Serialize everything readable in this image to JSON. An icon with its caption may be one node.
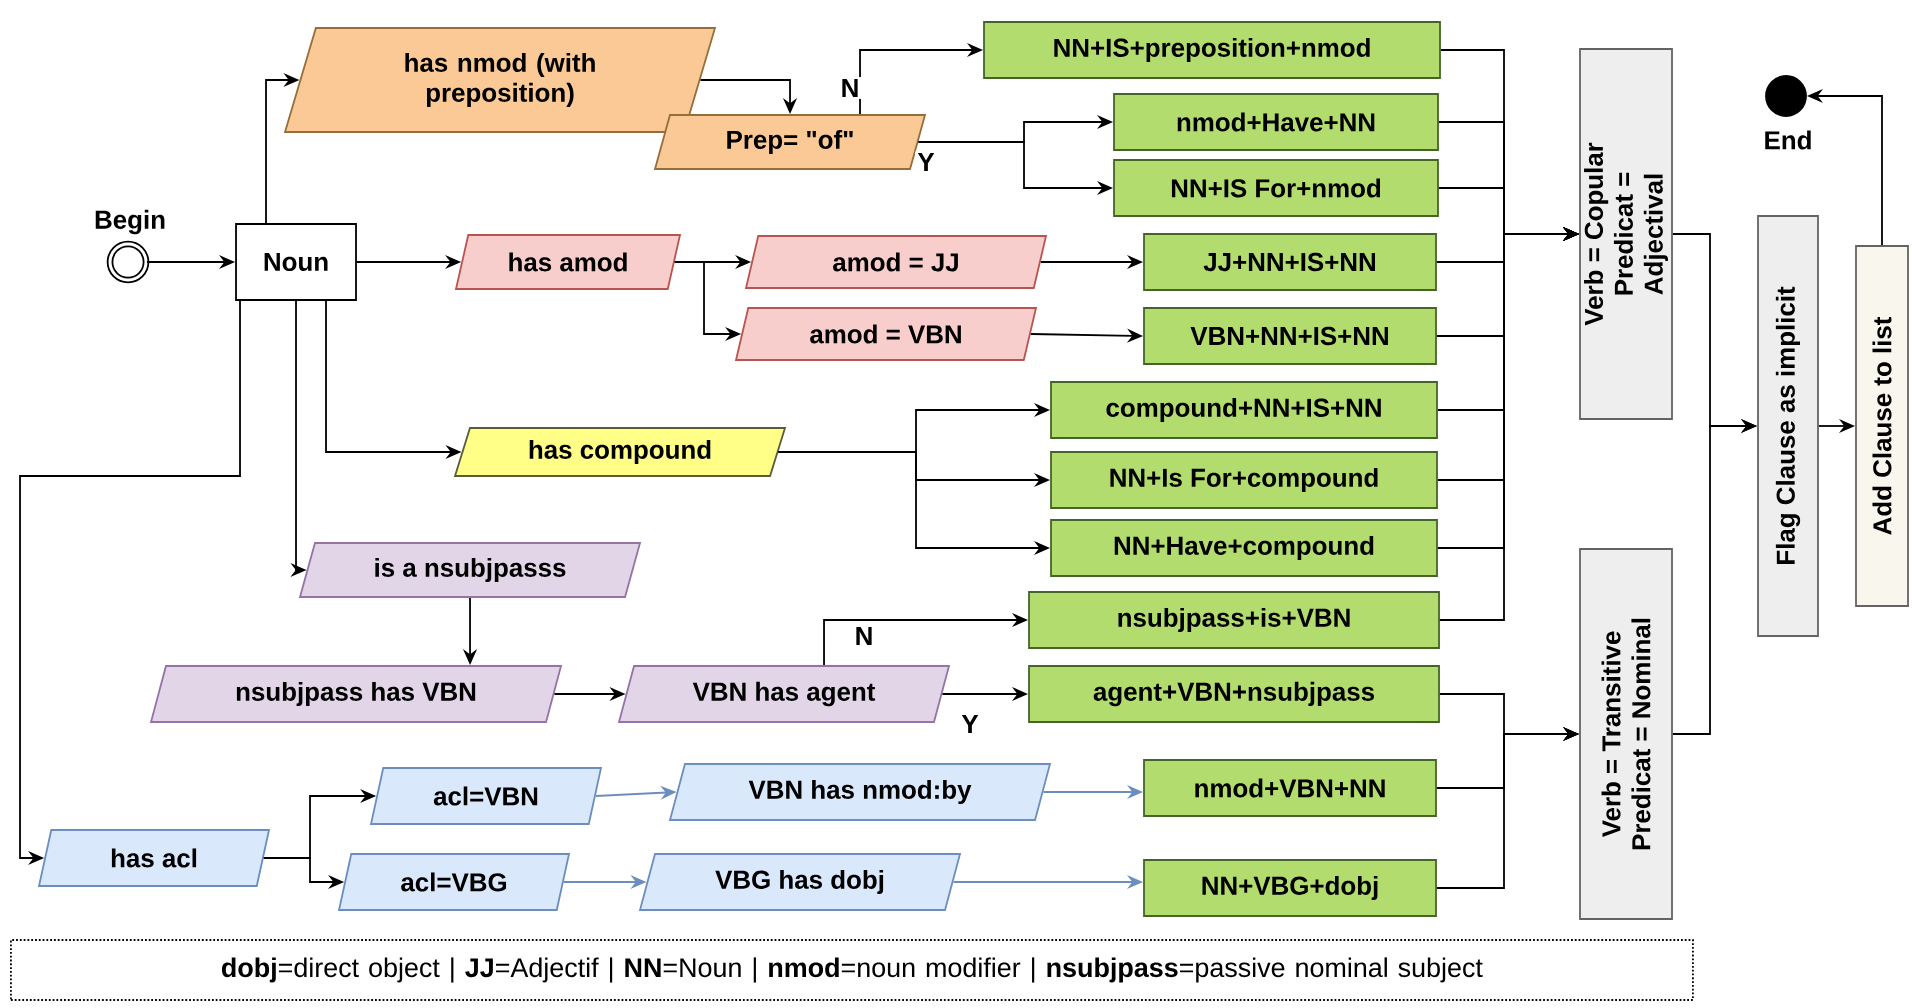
{
  "diagram": {
    "nodes": [
      {
        "text": [],
        "shape": "circle",
        "beside": [
          "Begin"
        ]
      },
      {
        "text": [
          "Noun"
        ]
      },
      {
        "text": [
          "has nmod (with preposition)"
        ]
      },
      {
        "text": [
          "Prep= \"of\""
        ]
      },
      {
        "text": [
          "NN+IS+preposition+nmod"
        ]
      },
      {
        "text": [
          "nmod+Have+NN"
        ]
      },
      {
        "text": [
          "NN+IS For+nmod"
        ]
      },
      {
        "text": [
          "has amod"
        ]
      },
      {
        "text": [
          "amod = JJ"
        ]
      },
      {
        "text": [
          "amod = VBN"
        ]
      },
      {
        "text": [
          "JJ+NN+IS+NN"
        ]
      },
      {
        "text": [
          "VBN+NN+IS+NN"
        ]
      },
      {
        "text": [
          "has compound"
        ]
      },
      {
        "text": [
          "compound+NN+IS+NN"
        ]
      },
      {
        "text": [
          "NN+Is For+compound"
        ]
      },
      {
        "text": [
          "NN+Have+compound"
        ]
      },
      {
        "text": [
          "is a nsubjpasss"
        ]
      },
      {
        "text": [
          "nsubjpass has VBN"
        ]
      },
      {
        "text": [
          "VBN has agent"
        ]
      },
      {
        "text": [
          "nsubjpass+is+VBN"
        ]
      },
      {
        "text": [
          "agent+VBN+nsubjpass"
        ]
      },
      {
        "text": [
          "has acl"
        ]
      },
      {
        "text": [
          "acl=VBN"
        ]
      },
      {
        "text": [
          "acl=VBG"
        ]
      },
      {
        "text": [
          "VBN has nmod:by"
        ]
      },
      {
        "text": [
          "VBG has dobj"
        ]
      },
      {
        "text": [
          "nmod+VBN+NN"
        ]
      },
      {
        "text": [
          "NN+VBG+dobj"
        ]
      },
      {
        "text": [
          "Verb = Copular Predicat = Adjectival"
        ]
      },
      {
        "text": [
          "Verb = Transitive Predicat = Nominal"
        ]
      },
      {
        "text": [
          "Flag Clause as implicit"
        ]
      },
      {
        "text": [
          "Add Clause to list"
        ]
      },
      {
        "text": [],
        "shape": "circle",
        "beside": [
          "End"
        ]
      }
    ],
    "edges": [
      {
        "from": 0,
        "to": 1,
        "arrow": "to"
      },
      {
        "from": 1,
        "to": 2,
        "arrow": "to"
      },
      {
        "from": 2,
        "to": 3,
        "arrow": "to"
      },
      {
        "from": 3,
        "to": 4,
        "arrow": "to",
        "label": "N"
      },
      {
        "from": 3,
        "to": 5,
        "arrow": "to",
        "label": "Y"
      },
      {
        "from": 3,
        "to": 6,
        "arrow": "to"
      },
      {
        "from": 1,
        "to": 7,
        "arrow": "to"
      },
      {
        "from": 7,
        "to": 8,
        "arrow": "to"
      },
      {
        "from": 7,
        "to": 9,
        "arrow": "to"
      },
      {
        "from": 8,
        "to": 10,
        "arrow": "to"
      },
      {
        "from": 9,
        "to": 11,
        "arrow": "to"
      },
      {
        "from": 1,
        "to": 12,
        "arrow": "to"
      },
      {
        "from": 12,
        "to": 13,
        "arrow": "to"
      },
      {
        "from": 12,
        "to": 14,
        "arrow": "to"
      },
      {
        "from": 12,
        "to": 15,
        "arrow": "to"
      },
      {
        "from": 1,
        "to": 16,
        "arrow": "to"
      },
      {
        "from": 16,
        "to": 17,
        "arrow": "to"
      },
      {
        "from": 17,
        "to": 18,
        "arrow": "to"
      },
      {
        "from": 18,
        "to": 19,
        "arrow": "to",
        "label": "N"
      },
      {
        "from": 18,
        "to": 20,
        "arrow": "to",
        "label": "Y"
      },
      {
        "from": 1,
        "to": 21,
        "arrow": "to"
      },
      {
        "from": 21,
        "to": 22,
        "arrow": "to"
      },
      {
        "from": 21,
        "to": 23,
        "arrow": "to"
      },
      {
        "from": 22,
        "to": 24,
        "arrow": "to",
        "color": "#6c8ebf"
      },
      {
        "from": 23,
        "to": 25,
        "arrow": "to",
        "color": "#6c8ebf"
      },
      {
        "from": 24,
        "to": 26,
        "arrow": "to",
        "color": "#6c8ebf"
      },
      {
        "from": 25,
        "to": 27,
        "arrow": "to",
        "color": "#6c8ebf"
      },
      {
        "from": 4,
        "to": 28,
        "arrow": "to"
      },
      {
        "from": 5,
        "to": 28,
        "arrow": "to"
      },
      {
        "from": 6,
        "to": 28,
        "arrow": "to"
      },
      {
        "from": 10,
        "to": 28,
        "arrow": "to"
      },
      {
        "from": 11,
        "to": 28,
        "arrow": "to"
      },
      {
        "from": 13,
        "to": 28,
        "arrow": "to"
      },
      {
        "from": 14,
        "to": 28,
        "arrow": "to"
      },
      {
        "from": 15,
        "to": 28,
        "arrow": "to"
      },
      {
        "from": 19,
        "to": 28,
        "arrow": "to"
      },
      {
        "from": 20,
        "to": 29,
        "arrow": "to"
      },
      {
        "from": 26,
        "to": 29,
        "arrow": "to"
      },
      {
        "from": 27,
        "to": 29,
        "arrow": "to"
      },
      {
        "from": 28,
        "to": 30,
        "arrow": "to"
      },
      {
        "from": 29,
        "to": 30,
        "arrow": "to"
      },
      {
        "from": 30,
        "to": 31,
        "arrow": "to"
      },
      {
        "from": 31,
        "to": 32,
        "arrow": "to"
      }
    ],
    "labels": [
      "**dobj**=direct object | **JJ**=Adjectif | **NN**=Noun | **nmod**=noun modifier | **nsubjpass**=passive nominal subject"
    ]
  }
}
